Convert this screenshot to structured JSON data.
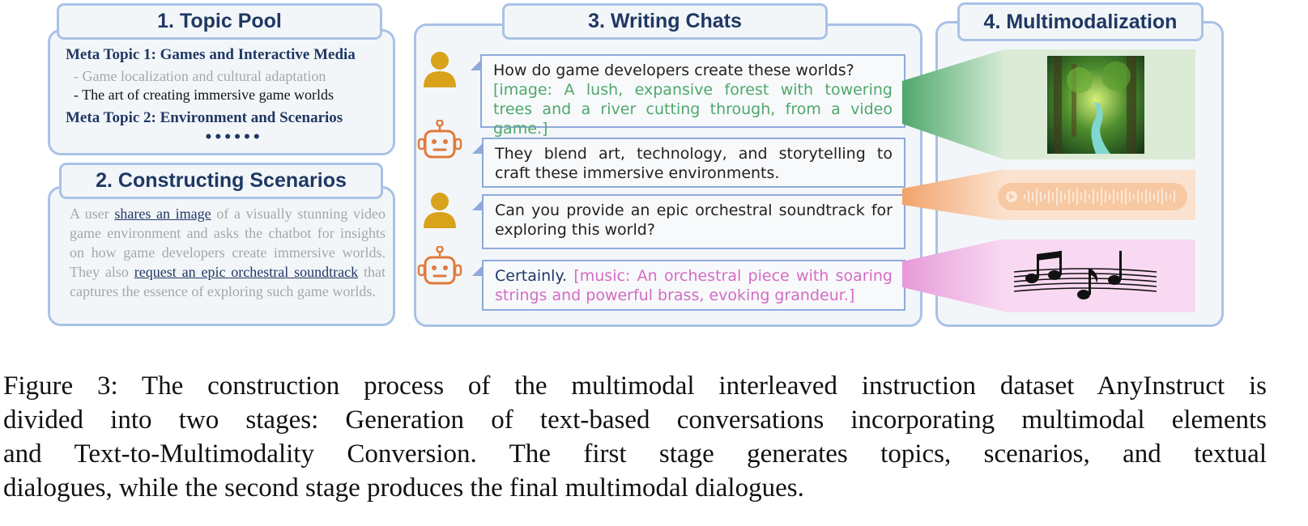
{
  "colors": {
    "navy": "#1f3864",
    "panel_border": "#a9c2e6",
    "image_green": "#4ea86b",
    "music_pink": "#d66bc2",
    "audio_orange": "#f2a36b",
    "icon_orange": "#e07a3a",
    "icon_gold": "#d9a21b"
  },
  "topic_pool": {
    "title": "1. Topic Pool",
    "meta1": "Meta Topic 1: Games and Interactive Media",
    "sub1": "- Game localization and cultural adaptation",
    "sub2": "- The art of creating immersive game worlds",
    "meta2": "Meta Topic 2: Environment and Scenarios",
    "ellipsis": "••••••"
  },
  "scenarios": {
    "title": "2. Constructing Scenarios",
    "p1": "A user ",
    "link1": "shares an image",
    "p2": " of a visually stunning video game environment and asks the chatbot for insights on how game developers create immersive worlds. They also ",
    "link2": "request an epic orchestral soundtrack",
    "p3": " that captures the essence of exploring such game worlds."
  },
  "chats": {
    "title": "3. Writing Chats",
    "m1_text": "How do game developers create these worlds?",
    "m1_tag": "[image: A lush, expansive forest with towering trees and a river cutting through, from a video game.]",
    "m2_text": "They blend art, technology, and storytelling to craft these immersive environments.",
    "m3_text": "Can you provide an epic orchestral soundtrack for exploring this world?",
    "m4_text": "Certainly. ",
    "m4_tag": "[music: An orchestral piece with soaring strings and powerful brass, evoking grandeur.]",
    "icons": [
      "user-icon",
      "robot-icon",
      "user-icon",
      "robot-icon"
    ]
  },
  "multimodal": {
    "title": "4. Multimodalization",
    "items": [
      "forest-image",
      "audio-waveform",
      "music-notes-icon"
    ]
  },
  "caption": {
    "lines": [
      "Figure 3: The construction process of the multimodal interleaved instruction dataset AnyInstruct is",
      "divided into two stages: Generation of text-based conversations incorporating multimodal elements",
      "and Text-to-Multimodality Conversion.  The first stage generates topics, scenarios, and textual",
      "dialogues, while the second stage produces the final multimodal dialogues."
    ]
  }
}
